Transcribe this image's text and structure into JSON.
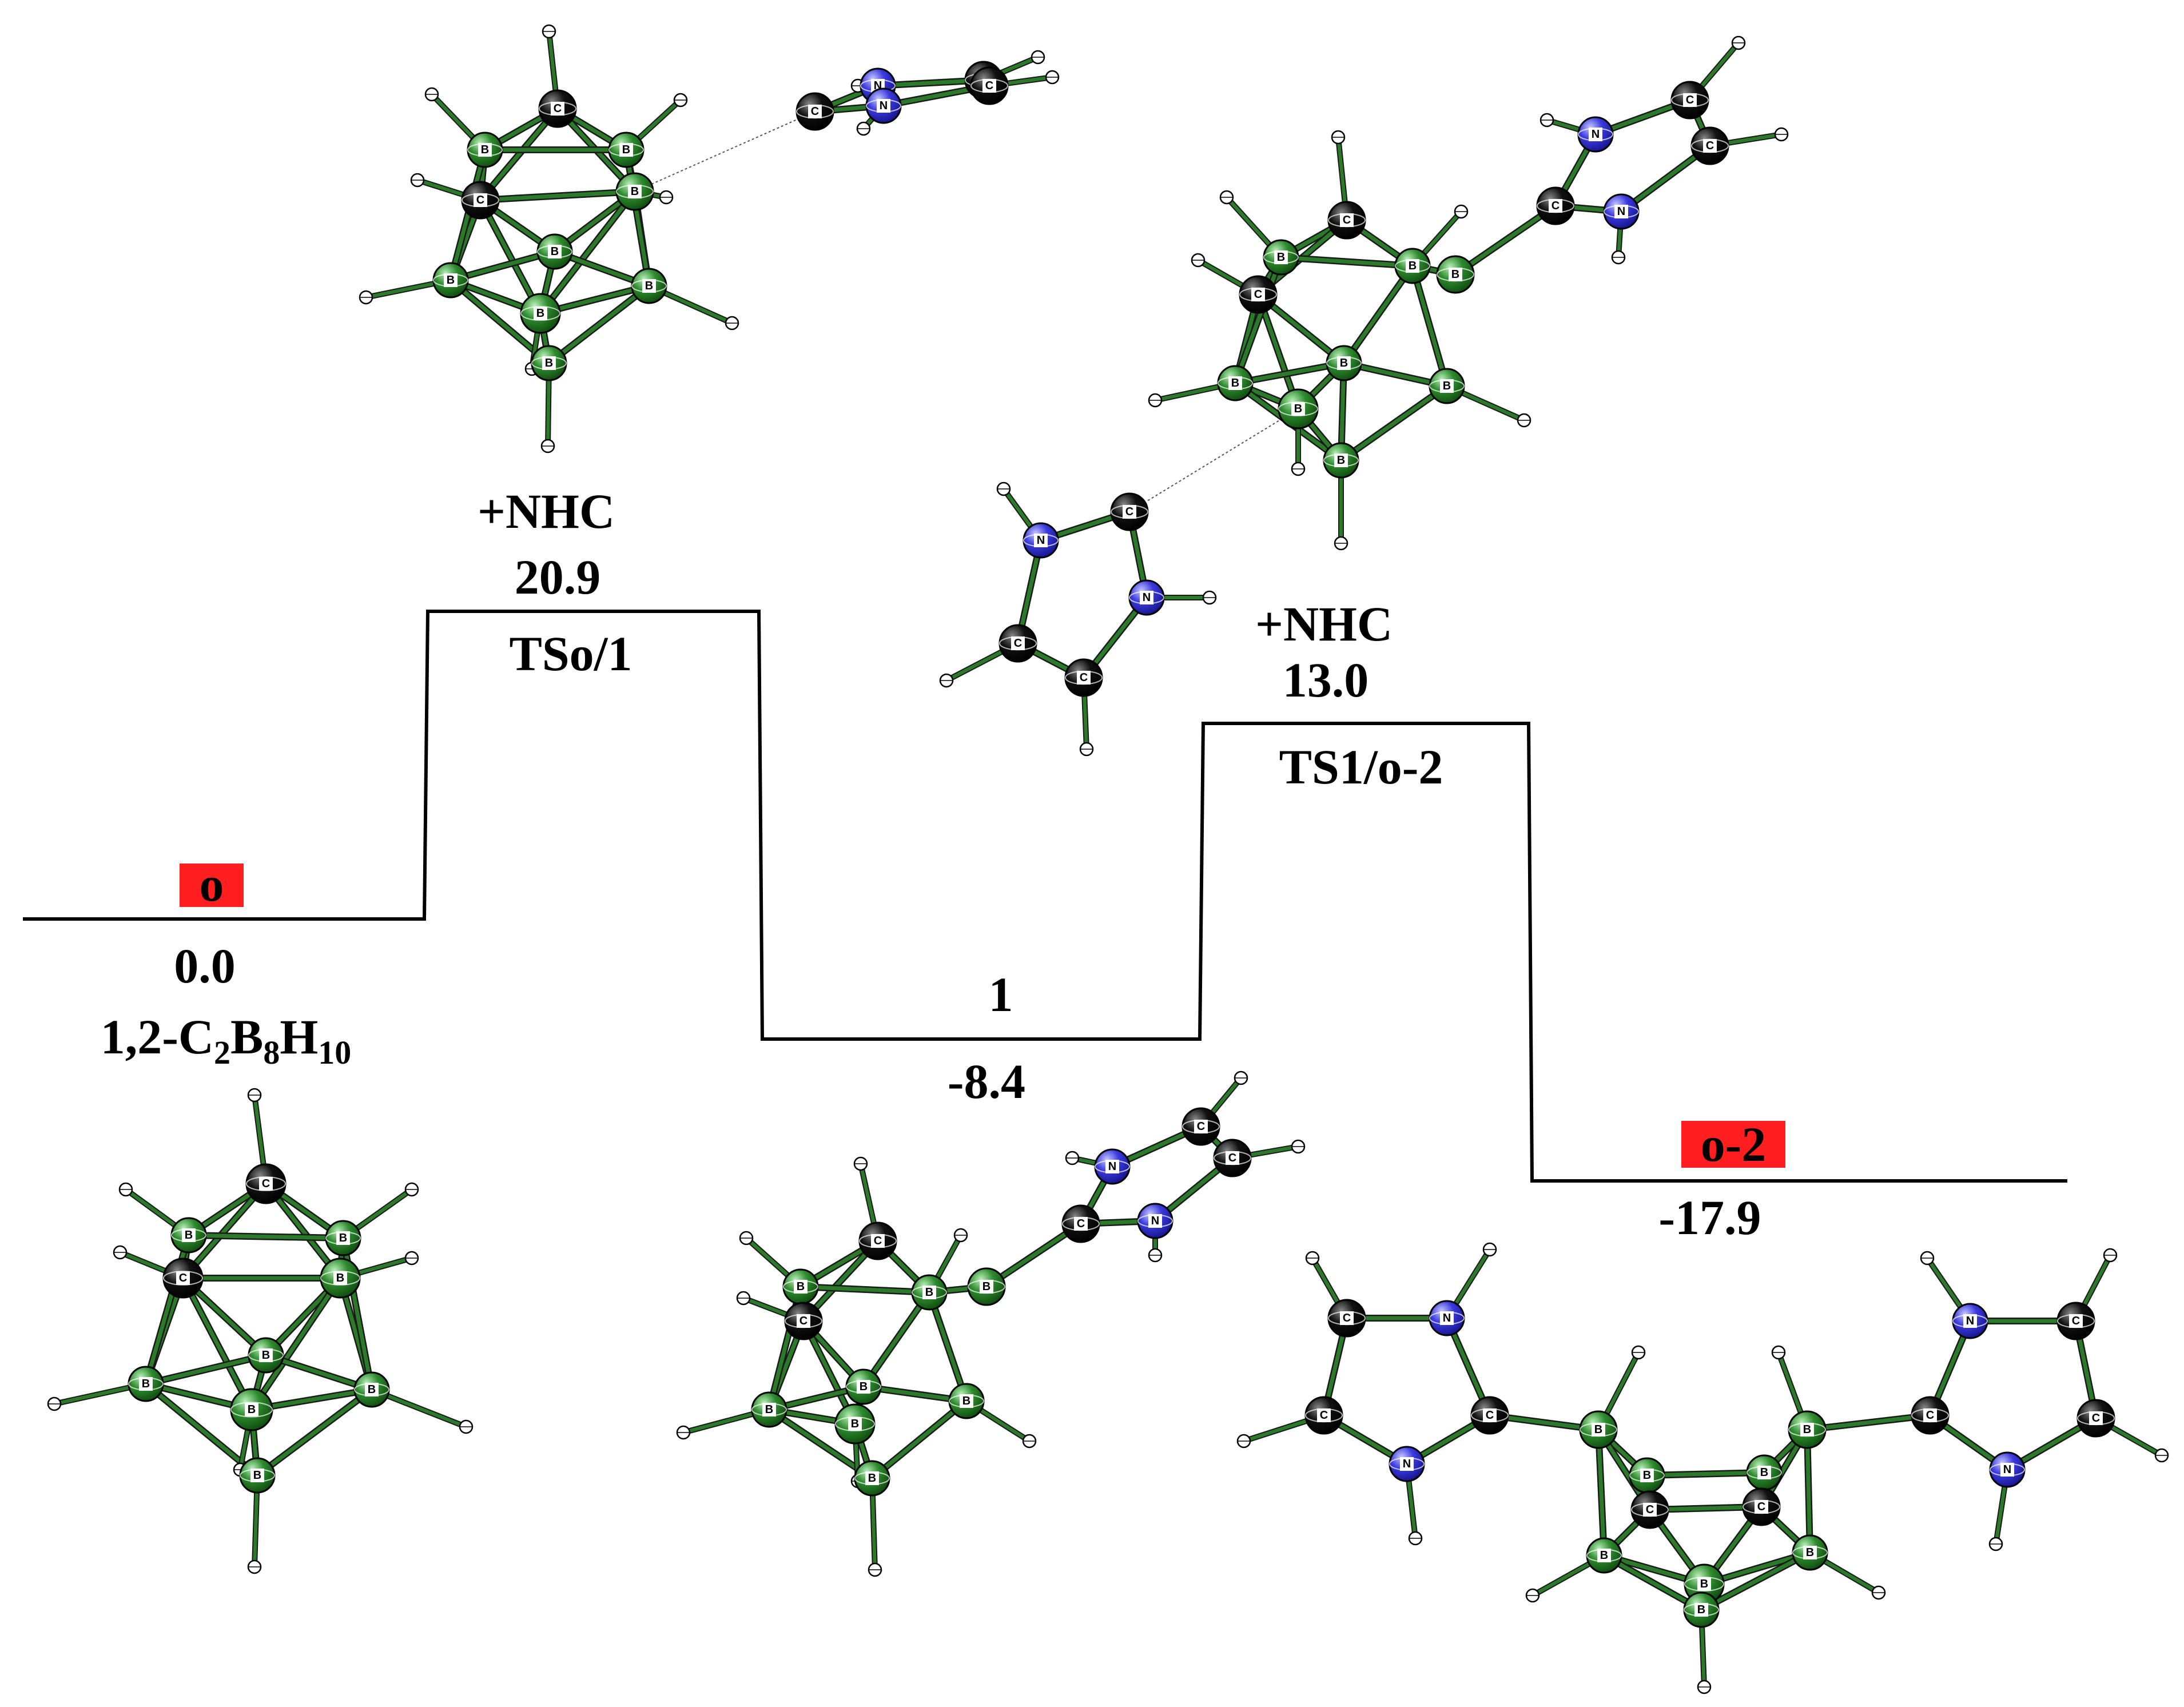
{
  "diagram": {
    "states": [
      {
        "id": "o",
        "tag": "o",
        "energy": "0.0",
        "formula": {
          "p1": "1,2-C",
          "s1": "2",
          "p2": "B",
          "s2": "8",
          "p3": "H",
          "s3": "10"
        }
      },
      {
        "id": "ts-o-1",
        "name": "TSo/1",
        "energy": "20.9",
        "reagent": "+NHC"
      },
      {
        "id": "int-1",
        "name": "1",
        "energy": "-8.4"
      },
      {
        "id": "ts-1-o2",
        "name": "TS1/o-2",
        "energy": "13.0",
        "reagent": "+NHC"
      },
      {
        "id": "o-2",
        "tag": "o-2",
        "energy": "-17.9"
      }
    ],
    "atom_labels": {
      "boron": "B",
      "carbon": "C",
      "nitrogen": "N"
    },
    "colors": {
      "profile_line": "#000000",
      "tag_background": "#ff1f1f",
      "boron": "#2e8b2e",
      "carbon": "#111111",
      "nitrogen": "#3a3adf",
      "hydrogen": "#ffffff",
      "bond": "#2a7a2a"
    }
  }
}
